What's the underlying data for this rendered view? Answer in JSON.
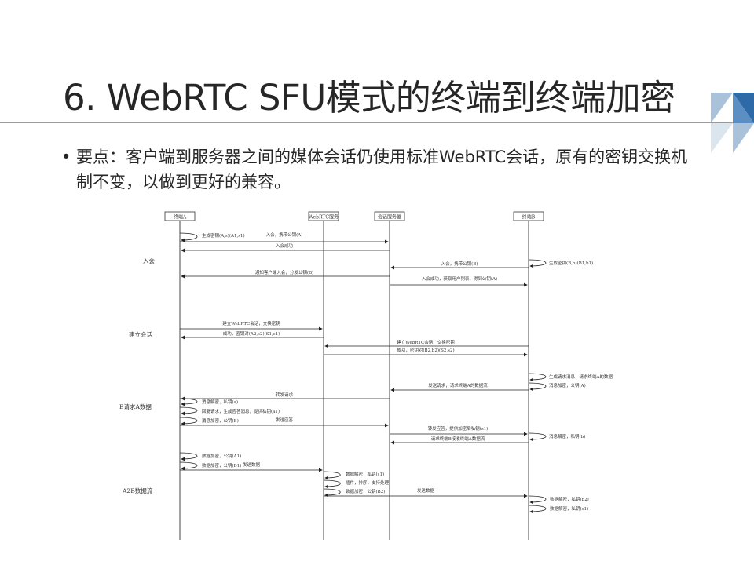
{
  "title": "6. WebRTC SFU模式的终端到终端加密",
  "bullet": {
    "marker": "•",
    "text": "要点：客户端到服务器之间的媒体会话仍使用标准WebRTC会话，原有的密钥交换机制不变，以做到更好的兼容。"
  },
  "diagram": {
    "participants": [
      "终端A",
      "WebRTC服务",
      "会话服务器",
      "终端B"
    ],
    "phases": [
      "入会",
      "建立会话",
      "B请求A数据",
      "A2B数据流"
    ],
    "self_notes": [
      "生成密钥(A,s)(A1,s1)",
      "生成密钥(B,b)(B1,b1)",
      "生成请求消息，请求终端A的数据",
      "消息加密，公钥(A)",
      "消息解密，私钥(a)",
      "回复请求，生成应答消息，提供私钥(a1)",
      "消息加密，公钥(B)",
      "消息解密，私钥(b)",
      "数据加密，公钥(A1)",
      "数据加密，公钥(B1)",
      "数据解密，私钥(s1)",
      "插件，排序，支持处理",
      "数据加密，公钥(B2)",
      "数据解密，私钥(b2)",
      "数据解密，私钥(s1)"
    ],
    "messages": [
      "入会，携带公钥(A)",
      "入会成功",
      "入会，携带公钥(B)",
      "通知客户端入会，分发公钥(B)",
      "入会成功，获取用户列表，得到公钥(A)",
      "建立WebRTC会话，交换密钥",
      "成功，密钥对(A2,s2)(S1,s1)",
      "建立WebRTC会话，交换密钥",
      "成功，密钥对(B2,b2)(S2,s2)",
      "发送请求，请求终端A的数据流",
      "转发请求",
      "发送应答",
      "转发应答，提供加密后私钥(s1)",
      "请求终端B接收终端A数据流",
      "发送数据",
      "发送数据"
    ]
  }
}
